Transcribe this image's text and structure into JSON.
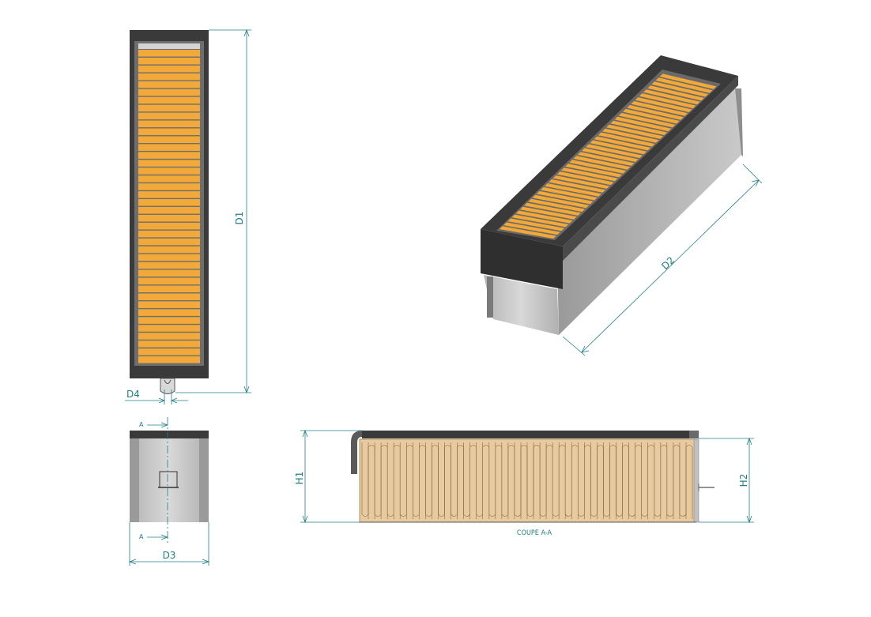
{
  "dimensions": {
    "d1": "D1",
    "d2": "D2",
    "d3": "D3",
    "d4": "D4",
    "h1": "H1",
    "h2": "H2"
  },
  "section": {
    "caption": "COUPE A-A",
    "marker_top": "A",
    "marker_bottom": "A"
  },
  "colors": {
    "dimension": "#1f7f86",
    "frame": "#3a3a3a",
    "filter_media": "#f2a93a",
    "pleat_line": "#c88420",
    "housing_gray": "#b8b8b8",
    "section_media": "#e7caa0"
  }
}
